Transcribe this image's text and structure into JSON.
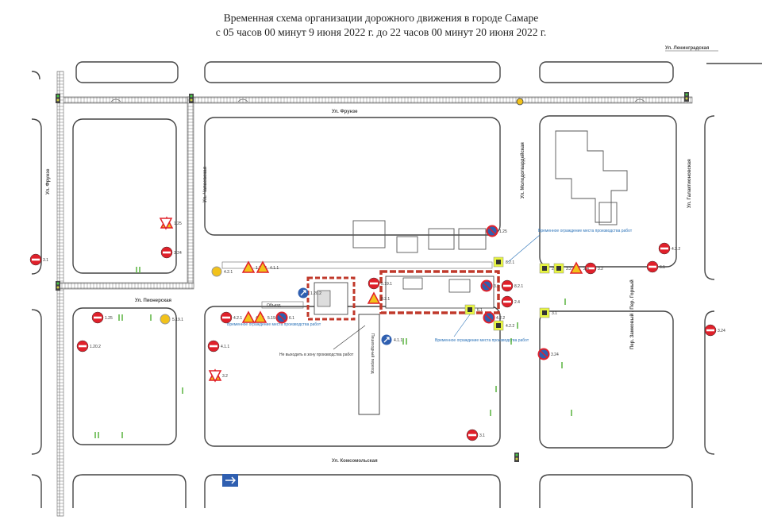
{
  "title": {
    "line1": "Временная схема организации дорожного движения в городе Самаре",
    "line2": "с 05 часов 00 минут 9 июня 2022 г. до 22 часов 00 минут 20 июня 2022 г."
  },
  "streets": {
    "top_right": "Ул. Ленинградская",
    "top": "Ул. Фрунзе",
    "left_vertical": "Ул. Фрунзе",
    "chapaevskaya": "Ул. Чапаевская",
    "middle": "Ул. Пионерская",
    "bottom": "Ул. Комсомольская",
    "molodogvardeyskaya": "Ул. Молодогвардейская",
    "galaktionovskaya": "Ул. Галактионовская",
    "right_lane": "Пер. Замковый / Пер. Горный"
  },
  "labels": {
    "detour": "Объезд",
    "work_zone_note": "Не выходить в зону производства работ",
    "pedestrian_crossing": "Пешеходный переход",
    "work_note_1": "Временное ограждение места производства работ",
    "work_note_2": "Временное ограждение места производства работ",
    "work_note_3": "Временное ограждение места производства работ"
  },
  "sign_codes": [
    "3.1",
    "3.24",
    "1.25",
    "1.20.2",
    "4.1.1",
    "4.2.1",
    "5.19.1",
    "8.2.1",
    "2.4",
    "3.2",
    "6.1",
    "4.2.2"
  ],
  "colors": {
    "prohibition_red": "#e0202a",
    "warning_yellow": "#f2c21a",
    "info_blue": "#2f5fb0",
    "work_zone": "#c0392b",
    "road_line": "#9a9a9a",
    "tram": "#6a6a6a",
    "greenery": "#63b84a"
  }
}
